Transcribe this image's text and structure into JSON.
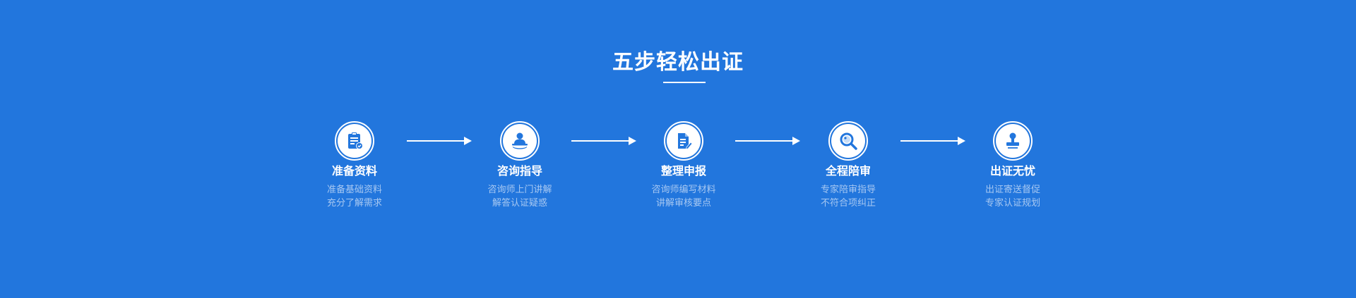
{
  "header": {
    "title": "五步轻松出证"
  },
  "steps": [
    {
      "icon": "clipboard-check-icon",
      "title": "准备资料",
      "desc": [
        "准备基础资料",
        "充分了解需求"
      ]
    },
    {
      "icon": "consultant-icon",
      "title": "咨询指导",
      "desc": [
        "咨询师上门讲解",
        "解答认证疑惑"
      ]
    },
    {
      "icon": "document-edit-icon",
      "title": "整理申报",
      "desc": [
        "咨询师编写材料",
        "讲解审核要点"
      ]
    },
    {
      "icon": "magnifier-icon",
      "title": "全程陪审",
      "desc": [
        "专家陪审指导",
        "不符合项纠正"
      ]
    },
    {
      "icon": "stamp-icon",
      "title": "出证无忧",
      "desc": [
        "出证寄送督促",
        "专家认证规划"
      ]
    }
  ],
  "colors": {
    "background": "#2276dd",
    "icon_fill": "#2276dd",
    "text": "#ffffff",
    "subtext": "#a7c8f2"
  }
}
